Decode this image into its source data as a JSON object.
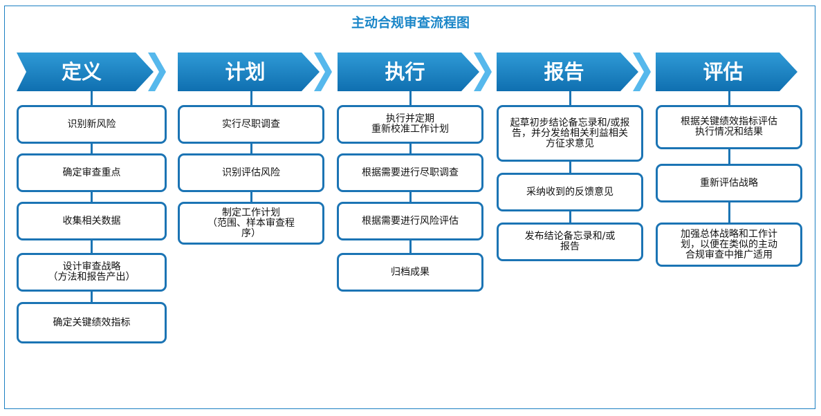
{
  "title": "主动合规审查流程图",
  "colors": {
    "accent": "#1a86c8",
    "arrow": "#1a7fc2",
    "arrow_light": "#56b8ec",
    "box_border": "#1b74b4"
  },
  "phases": [
    {
      "label": "定义",
      "steps": [
        "识别新风险",
        "确定审查重点",
        "收集相关数据",
        "设计审查战略\n（方法和报告产出）",
        "确定关键绩效指标"
      ]
    },
    {
      "label": "计划",
      "steps": [
        "实行尽职调查",
        "识别评估风险",
        "制定工作计划\n（范围、样本审查程\n序）"
      ]
    },
    {
      "label": "执行",
      "steps": [
        "执行并定期\n重新校准工作计划",
        "根据需要进行尽职调查",
        "根据需要进行风险评估",
        "归档成果"
      ]
    },
    {
      "label": "报告",
      "steps": [
        "起草初步结论备忘录和/或报\n告，并分发给相关利益相关\n方征求意见",
        "采纳收到的反馈意见",
        "发布结论备忘录和/或\n报告"
      ]
    },
    {
      "label": "评估",
      "steps": [
        "根据关键绩效指标评估\n执行情况和结果",
        "重新评估战略",
        "加强总体战略和工作计\n划，以便在类似的主动\n合规审查中推广适用"
      ]
    }
  ]
}
